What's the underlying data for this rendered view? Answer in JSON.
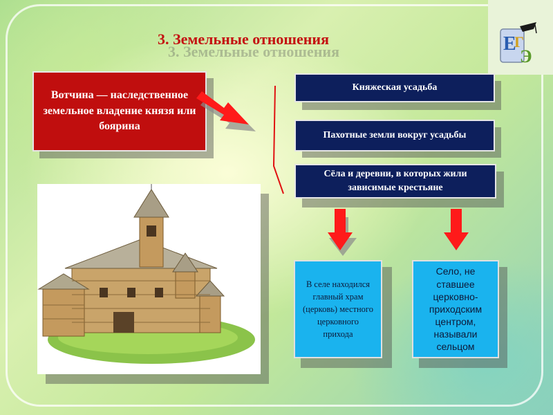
{
  "slide": {
    "title": "3. Земельные отношения",
    "definition": "Вотчина — наследственное земельное владение князя или боярина",
    "components": [
      "Княжеская усадьба",
      "Пахотные земли вокруг усадьбы",
      "Сёла и деревни, в которых жили зависимые крестьяне"
    ],
    "village_church": "В селе находился главный храм (церковь) местного церковного прихода",
    "selco": "Село, не ставшее церковно-приходским центром, называли сельцом",
    "logo_text": "ЕГЭ"
  },
  "colors": {
    "title": "#c41212",
    "definition_bg": "#c00e0e",
    "components_bg": "#0d1f5c",
    "info_bg": "#1ab3ee",
    "arrows": "#ff1a1a"
  },
  "icons": [
    "ege-logo-icon",
    "arrow-right-icon",
    "arrow-down-icon",
    "wooden-fortress-image"
  ]
}
